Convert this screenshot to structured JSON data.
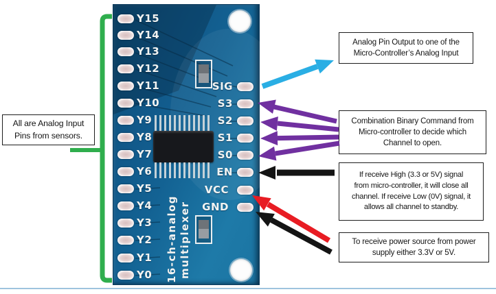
{
  "colors": {
    "green": "#2fae4d",
    "cyan": "#2aaee4",
    "purple": "#7030a0",
    "red": "#e81c23",
    "black": "#141414",
    "board_blue": "#136293",
    "baseline": "#9ec3de"
  },
  "board": {
    "silkscreen_line1": "16-ch-analog",
    "silkscreen_line2": "multiplexer",
    "left_pins": [
      "Y15",
      "Y14",
      "Y13",
      "Y12",
      "Y11",
      "Y10",
      "Y9",
      "Y8",
      "Y7",
      "Y6",
      "Y5",
      "Y4",
      "Y3",
      "Y2",
      "Y1",
      "Y0"
    ],
    "right_pins": [
      "SIG",
      "S3",
      "S2",
      "S1",
      "S0",
      "EN",
      "VCC",
      "GND"
    ]
  },
  "notes": {
    "left": "All are Analog Input\nPins from sensors.",
    "sig": "Analog Pin Output to one of the\nMicro-Controller’s Analog Input",
    "select": "Combination Binary Command from\nMicro-controller to decide which\nChannel to open.",
    "enable": "If receive High (3.3 or 5V) signal\nfrom micro-controller, it will close all\nchannel. If receive Low (0V) signal, it\nallows all channel to standby.",
    "power": "To receive power source from power\nsupply either 3.3V or 5V."
  }
}
